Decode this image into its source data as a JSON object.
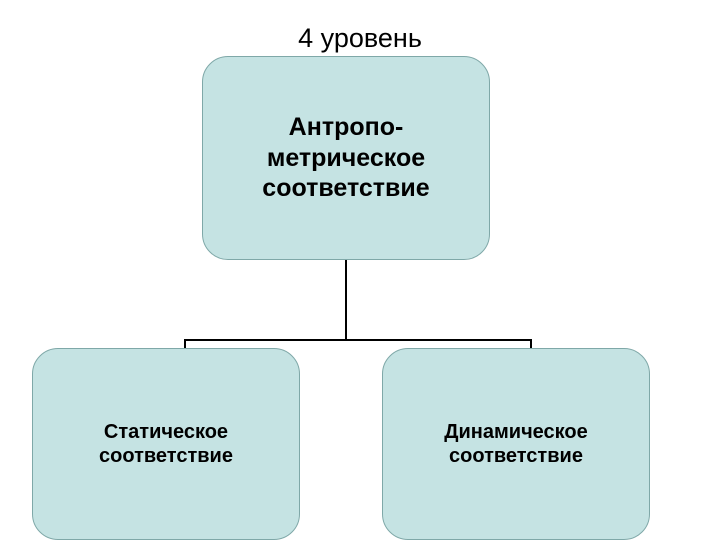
{
  "slide": {
    "title": "4 уровень",
    "background_color": "#ffffff",
    "node_fill_color": "#c5e3e3",
    "node_border_color": "#7fa8a8",
    "connector_color": "#000000"
  },
  "diagram": {
    "type": "hierarchy",
    "root": {
      "label": "Антропо-\nметрическое\nсоответствие"
    },
    "children": [
      {
        "label": "Статическое\nсоответствие"
      },
      {
        "label": "Динамическое\nсоответствие"
      }
    ]
  }
}
